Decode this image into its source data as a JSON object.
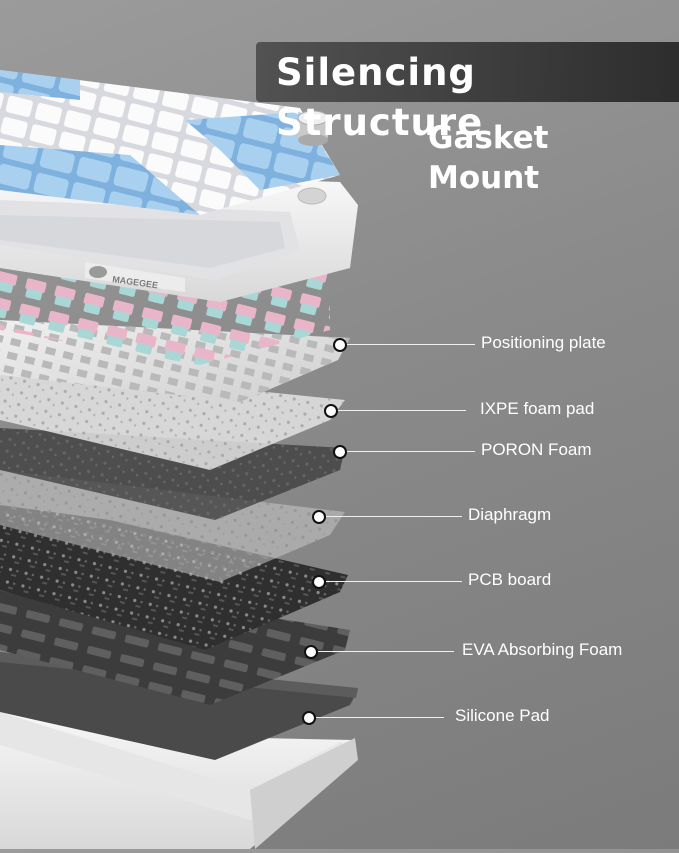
{
  "banner": {
    "title": "Silencing Structure",
    "subtitle": "Gasket Mount"
  },
  "keyboard": {
    "brand_logo": "MAGEGEE",
    "colors": {
      "keycap_blue": "#9ec7ea",
      "keycap_white": "#f4f4f6",
      "switch_pink": "#e7b7c9",
      "switch_mint": "#a9d7d6",
      "case_white": "#f2f2f2",
      "pcb_dark": "#2e2e2e"
    }
  },
  "layers": [
    {
      "label": "Positioning plate"
    },
    {
      "label": "IXPE foam pad"
    },
    {
      "label": "PORON Foam"
    },
    {
      "label": "Diaphragm"
    },
    {
      "label": "PCB board"
    },
    {
      "label": "EVA Absorbing Foam"
    },
    {
      "label": "Silicone Pad"
    }
  ]
}
